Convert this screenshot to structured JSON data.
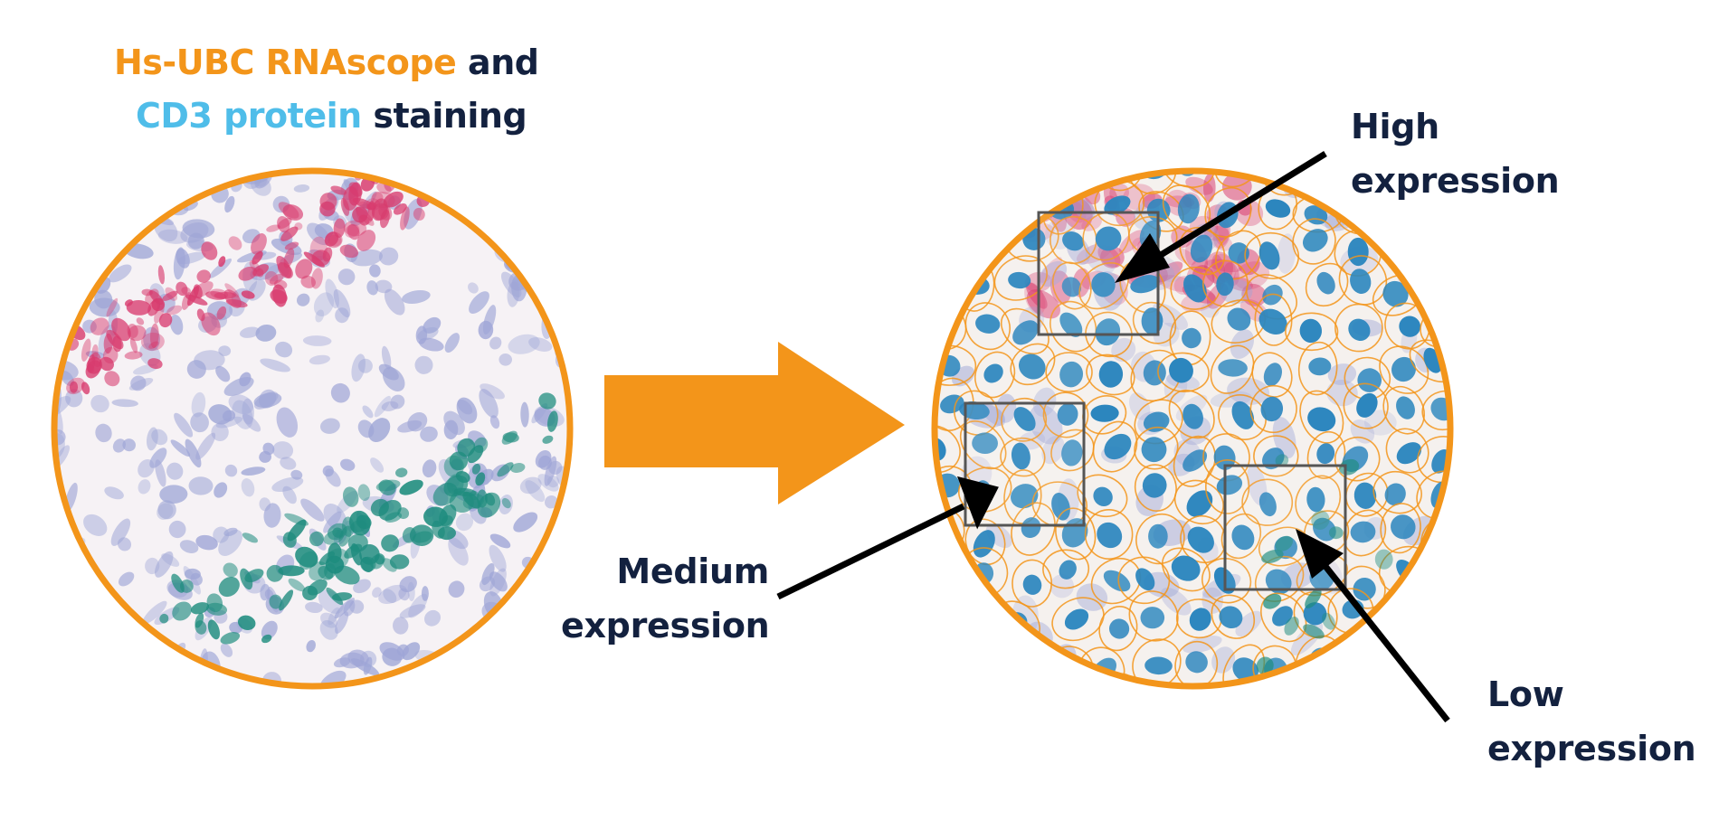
{
  "title": {
    "line1": [
      {
        "text": "Hs-UBC RNAscope",
        "color": "#F3951A"
      },
      {
        "text": " and",
        "color": "#13213F"
      }
    ],
    "line2": [
      {
        "text": "CD3 protein",
        "color": "#4FBDE9"
      },
      {
        "text": " staining",
        "color": "#13213F"
      }
    ]
  },
  "labels": {
    "high": {
      "line1": "High",
      "line2": "expression"
    },
    "medium": {
      "line1": "Medium",
      "line2": "expression"
    },
    "low": {
      "line1": "Low",
      "line2": "expression"
    }
  },
  "colors": {
    "accent_orange": "#F3951A",
    "text_navy": "#13213F",
    "cd3_blue": "#4FBDE9",
    "rnascope_red": "#D83B6E",
    "cd3_teal": "#1E8C7E",
    "nucleus_blue": "#2C86BE",
    "hematoxylin_lavender": "#9EA5D6"
  }
}
